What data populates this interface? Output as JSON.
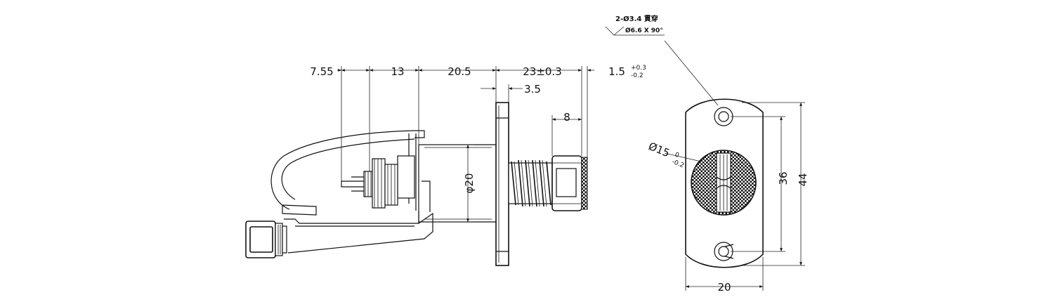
{
  "side_view": {
    "dims": {
      "d1": "7.55",
      "d2": "13",
      "d3": "20.5",
      "d4": "23±0.3",
      "d5_base": "1.5",
      "d5_tol_upper": "+0.3",
      "d5_tol_lower": "-0.2",
      "d6": "3.5",
      "d7": "8",
      "d8": "φ20"
    }
  },
  "front_view": {
    "dims": {
      "dia_base": "Ø15",
      "dia_tol_upper": "0",
      "dia_tol_lower": "-0.2",
      "height_inner": "36",
      "height_outer": "44",
      "width": "20"
    },
    "note": {
      "line1": "2-Ø3.4 貫穿",
      "line2": "Ø6.6 X 90°"
    }
  }
}
